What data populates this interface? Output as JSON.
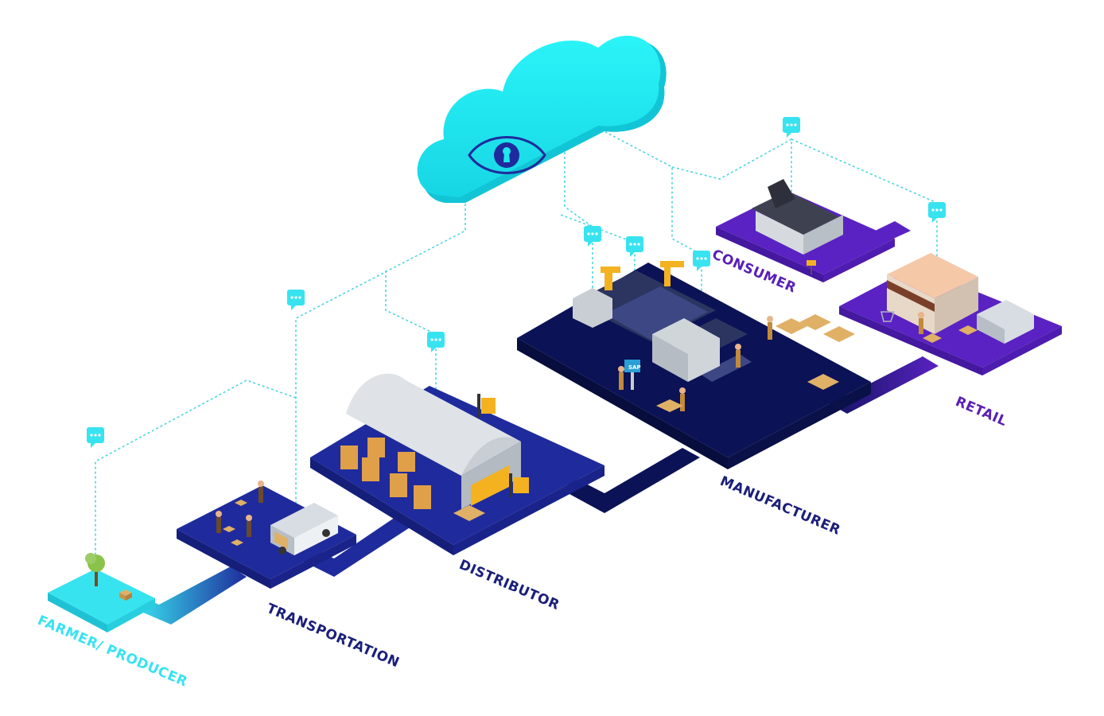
{
  "stages": {
    "farmer": "FARMER/ PRODUCER",
    "transportation": "TRANSPORTATION",
    "distributor": "DISTRIBUTOR",
    "manufacturer": "MANUFACTURER",
    "consumer": "CONSUMER",
    "retail": "RETAIL"
  },
  "screen_label": "SAP",
  "colors": {
    "cloud": "#1ee8ee",
    "cyan_platform": "#38e3f0",
    "blue_platform": "#1f2b9c",
    "navy_platform": "#0b1256",
    "purple_platform": "#5a22c2",
    "connector_line": "#4fd6e0",
    "label_dark": "#1a1f7a",
    "label_purple": "#5a20b5",
    "label_cyan": "#38e3f0"
  },
  "icons": [
    "cloud-icon",
    "eye-lock-icon",
    "chat-bubble-icon",
    "tree-icon",
    "van-icon",
    "warehouse-icon",
    "forklift-icon",
    "robot-arm-icon",
    "conveyor-icon",
    "house-icon",
    "shop-icon",
    "mailbox-icon",
    "cart-icon",
    "worker-icon"
  ]
}
